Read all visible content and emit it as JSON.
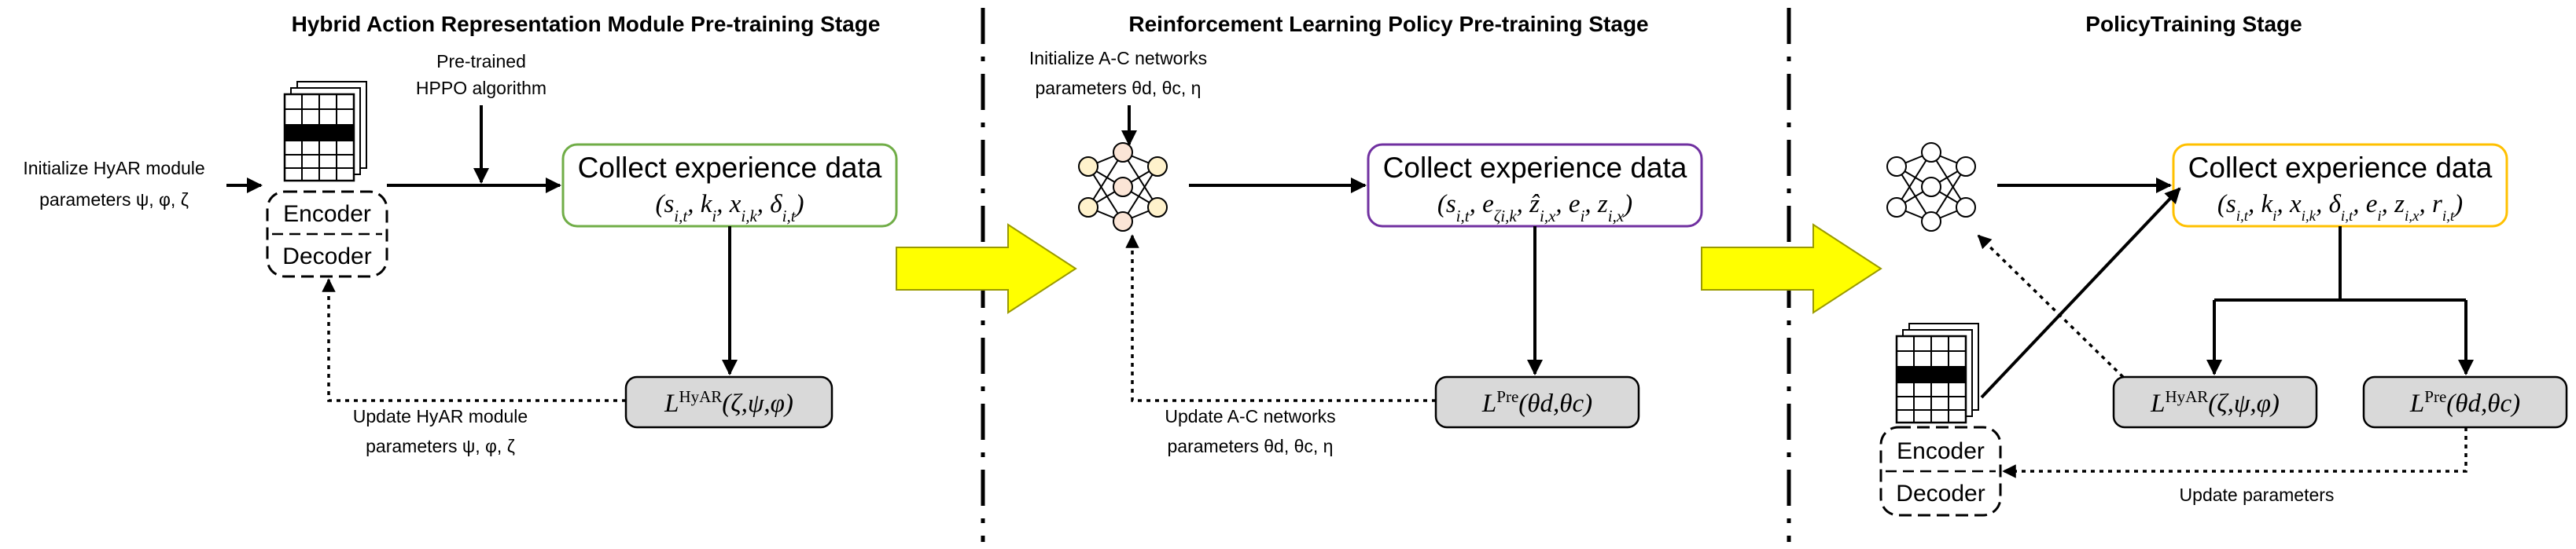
{
  "colors": {
    "stage1_box": "#70ad47",
    "stage2_box": "#7030a0",
    "stage3_box": "#ffc000",
    "loss_fill": "#d9d9d9",
    "flow_arrow": "#ffff00",
    "node_fill": "#fbe5d6",
    "node_fill_alt": "#fff2cc"
  },
  "stage1": {
    "title": "Hybrid Action Representation Module Pre-training Stage",
    "init_line1": "Initialize HyAR module",
    "init_line2": "parameters ψ, φ, ζ",
    "pretrained_line1": "Pre-trained",
    "pretrained_line2": "HPPO algorithm",
    "box_title": "Collect experience data",
    "box_formula": "(s_{i,t}, k_i, x_{i,k}, δ_{i,t})",
    "encoder": "Encoder",
    "decoder": "Decoder",
    "loss_symbol": "L",
    "loss_sup": "HyAR",
    "loss_args": "(ζ,ψ,φ)",
    "update_line1": "Update HyAR module",
    "update_line2": "parameters ψ, φ, ζ"
  },
  "stage2": {
    "title": "Reinforcement Learning Policy Pre-training Stage",
    "init_line1": "Initialize A-C networks",
    "init_line2": "parameters θd, θc, η",
    "box_title": "Collect experience data",
    "box_formula": "(s_{i,t}, e_{ζ_{i,k}}, ẑ_{i,x}, e_i, z_{i,x})",
    "loss_symbol": "L",
    "loss_sup": "Pre",
    "loss_args": "(θd,θc)",
    "update_line1": "Update A-C networks",
    "update_line2": "parameters θd, θc, η"
  },
  "stage3": {
    "title": "PolicyTraining Stage",
    "box_title": "Collect experience data",
    "box_formula": "(s_{i,t}, k_i, x_{i,k}, δ_{i,t}, e_i, z_{i,x}, r_{i,t})",
    "loss1_symbol": "L",
    "loss1_sup": "HyAR",
    "loss1_args": "(ζ,ψ,φ)",
    "loss2_symbol": "L",
    "loss2_sup": "Pre",
    "loss2_args": "(θd,θc)",
    "encoder": "Encoder",
    "decoder": "Decoder",
    "update_label": "Update parameters"
  }
}
